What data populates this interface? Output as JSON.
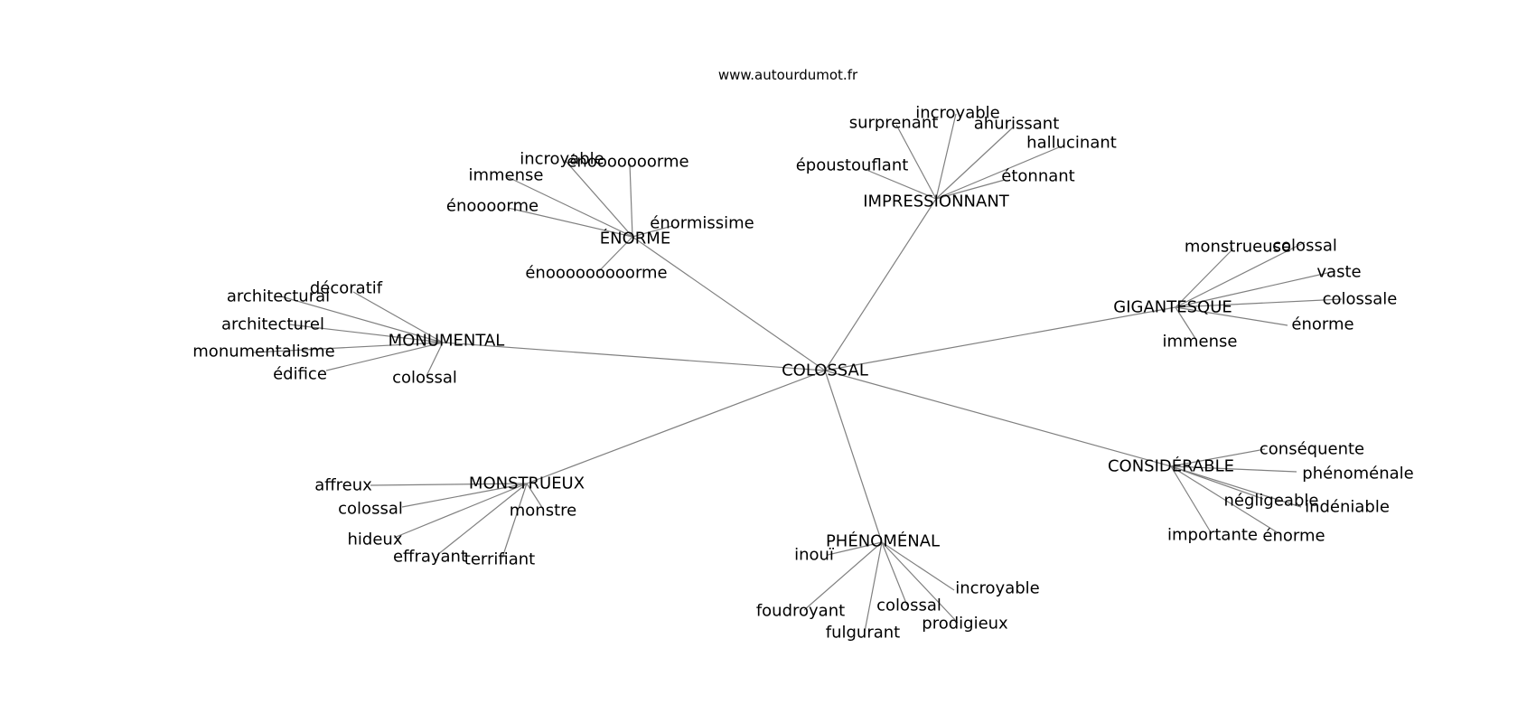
{
  "source": "www.autourdumot.fr",
  "root": "COLOSSAL",
  "branches": [
    {
      "id": "impressionnant",
      "label": "IMPRESSIONNANT",
      "leaves": [
        "surprenant",
        "incroyable",
        "ahurissant",
        "hallucinant",
        "époustouflant",
        "étonnant"
      ]
    },
    {
      "id": "enorme",
      "label": "ÉNORME",
      "leaves": [
        "incroyable",
        "énooooooorme",
        "immense",
        "énoooorme",
        "énormissime",
        "énooooooooorme"
      ]
    },
    {
      "id": "monumental",
      "label": "MONUMENTAL",
      "leaves": [
        "décoratif",
        "architectural",
        "architecturel",
        "monumentalisme",
        "édifice",
        "colossal"
      ]
    },
    {
      "id": "gigantesque",
      "label": "GIGANTESQUE",
      "leaves": [
        "monstrueuse",
        "colossal",
        "vaste",
        "colossale",
        "énorme",
        "immense"
      ]
    },
    {
      "id": "considerable",
      "label": "CONSIDÉRABLE",
      "leaves": [
        "conséquente",
        "phénoménale",
        "négligeable",
        "indéniable",
        "importante",
        "énorme"
      ]
    },
    {
      "id": "monstrueux",
      "label": "MONSTRUEUX",
      "leaves": [
        "affreux",
        "colossal",
        "monstre",
        "hideux",
        "effrayant",
        "terrifiant"
      ]
    },
    {
      "id": "phenomenal",
      "label": "PHÉNOMÉNAL",
      "leaves": [
        "inouï",
        "incroyable",
        "foudroyant",
        "colossal",
        "prodigieux",
        "fulgurant"
      ]
    }
  ]
}
